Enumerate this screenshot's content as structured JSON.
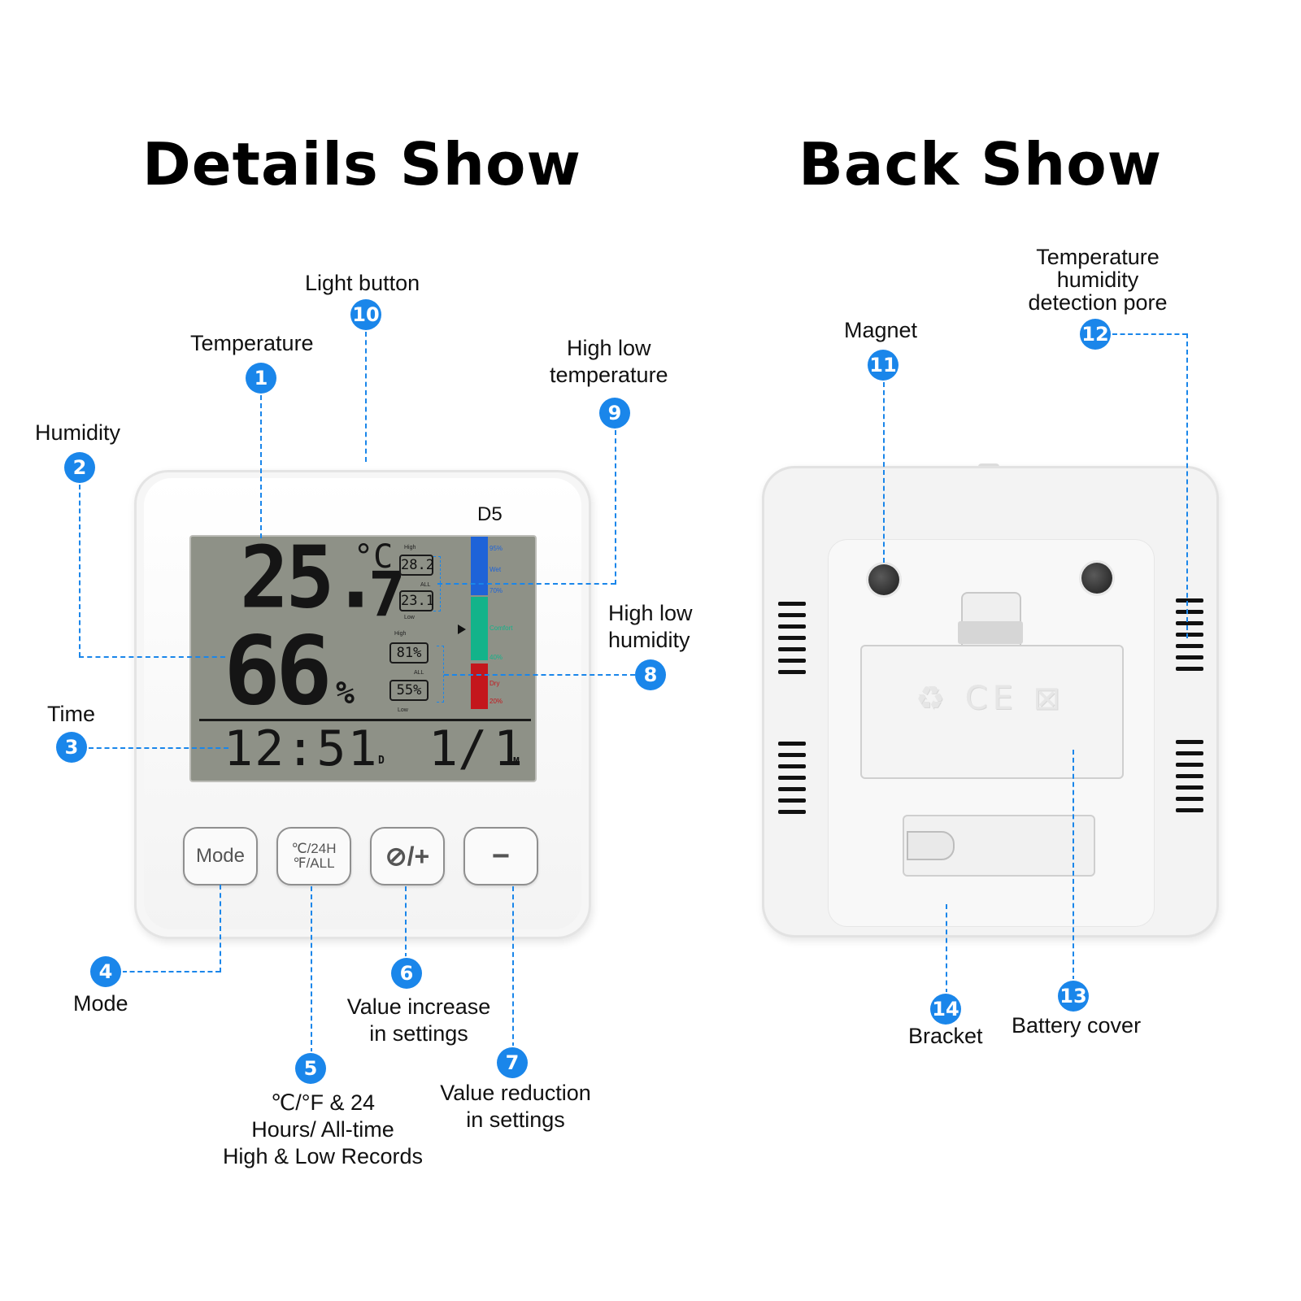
{
  "headings": {
    "details": "Details Show",
    "back": "Back Show"
  },
  "callouts": {
    "temperature": {
      "num": "1",
      "label": "Temperature"
    },
    "humidity": {
      "num": "2",
      "label": "Humidity"
    },
    "time": {
      "num": "3",
      "label": "Time"
    },
    "mode": {
      "num": "4",
      "label": "Mode"
    },
    "unit_records": {
      "num": "5",
      "line1": "℃/°F & 24",
      "line2": "Hours/  All-time",
      "line3": "High & Low Records"
    },
    "value_increase": {
      "num": "6",
      "line1": "Value increase",
      "line2": "in settings"
    },
    "value_reduction": {
      "num": "7",
      "line1": "Value reduction",
      "line2": "in settings"
    },
    "high_low_humidity": {
      "num": "8",
      "line1": "High low",
      "line2": "humidity"
    },
    "high_low_temperature": {
      "num": "9",
      "line1": "High low",
      "line2": "temperature"
    },
    "light_button": {
      "num": "10",
      "label": "Light button"
    },
    "magnet": {
      "num": "11",
      "label": "Magnet"
    },
    "detection_pore": {
      "num": "12",
      "line1": "Temperature",
      "line2": "humidity",
      "line3": "detection pore"
    },
    "battery_cover": {
      "num": "13",
      "label": "Battery cover"
    },
    "bracket": {
      "num": "14",
      "label": "Bracket"
    }
  },
  "device": {
    "model": "D5",
    "lcd": {
      "temp_int": "25.",
      "temp_dec": "7",
      "temp_unit": "°C",
      "humidity": "66",
      "humidity_unit": "%",
      "time": "12:51",
      "day_label": "D",
      "date_day": "1/",
      "date_month": "1",
      "month_label": "M",
      "temp_high_label": "High",
      "temp_high": "28.2",
      "temp_all_label": "ALL",
      "temp_low": "23.1",
      "temp_low_label": "Low",
      "hum_high_label": "High",
      "hum_high": "81%",
      "hum_all_label": "ALL",
      "hum_low": "55%",
      "hum_low_label": "Low",
      "comfort_bar": {
        "wet_top": "95%",
        "wet": "Wet",
        "wet_bottom": "70%",
        "comfort": "Comfort",
        "comfort_bottom": "40%",
        "dry": "Dry",
        "dry_bottom": "20%",
        "colors": {
          "wet": "#1e63d8",
          "comfort": "#13b38a",
          "dry": "#c4161c"
        }
      }
    },
    "buttons": {
      "mode": "Mode",
      "unit_top": "℃/24H",
      "unit_bottom": "℉/ALL",
      "plus": "⊘/+",
      "minus": "−"
    }
  },
  "back": {
    "emboss": "♻ CE ⊠"
  },
  "colors": {
    "accent": "#1a86ea"
  }
}
